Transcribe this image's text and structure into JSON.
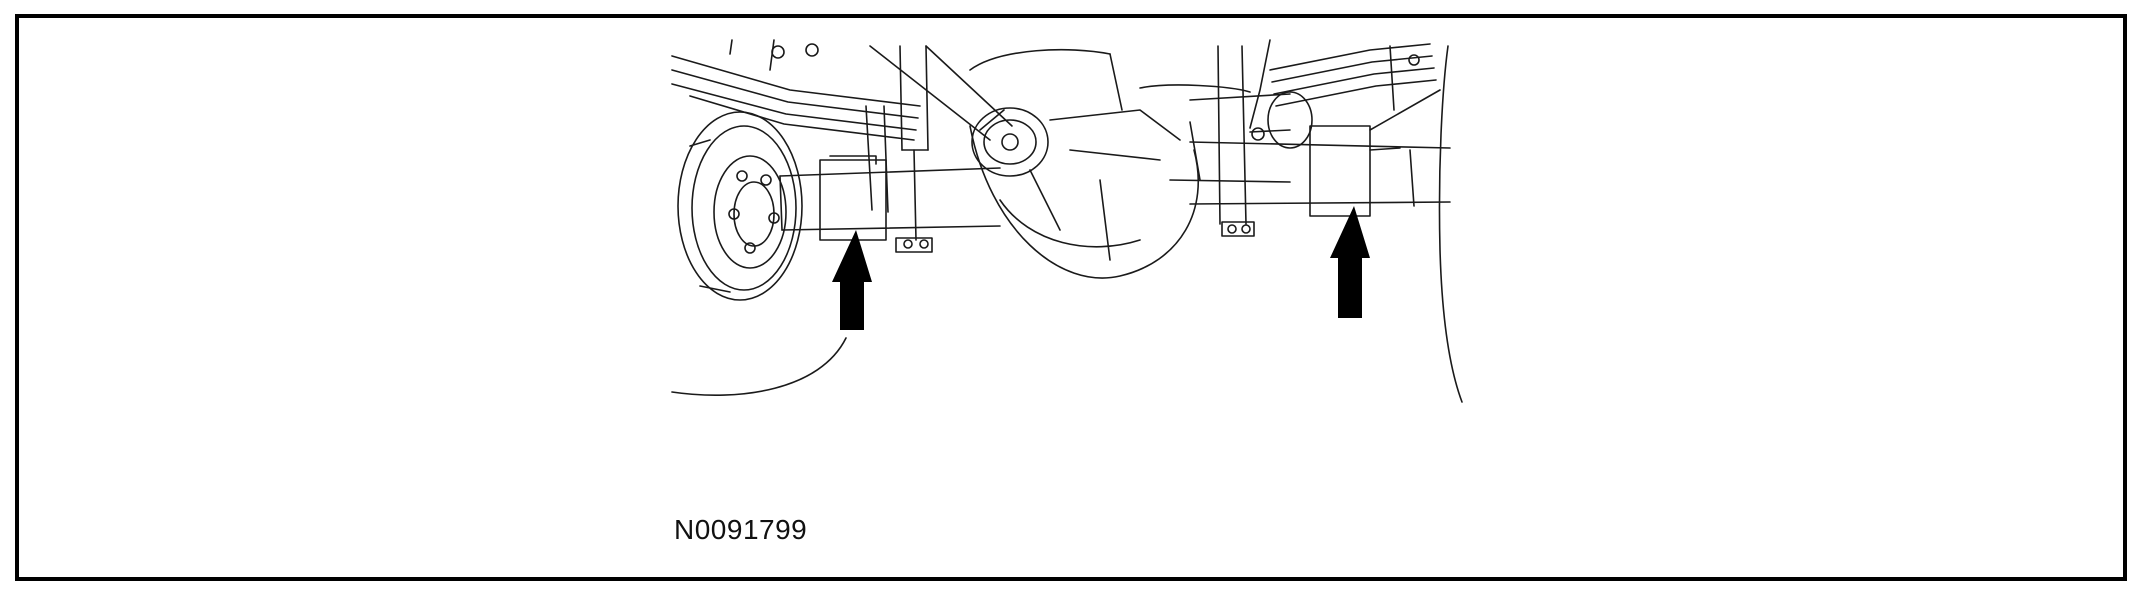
{
  "figure": {
    "id_label": "N0091799",
    "subject": "rear-axle-underbody-illustration",
    "pointer_count": 2
  },
  "colors": {
    "border": "#000000",
    "ink": "#1a1a1a",
    "arrow": "#000000",
    "background": "#ffffff"
  }
}
